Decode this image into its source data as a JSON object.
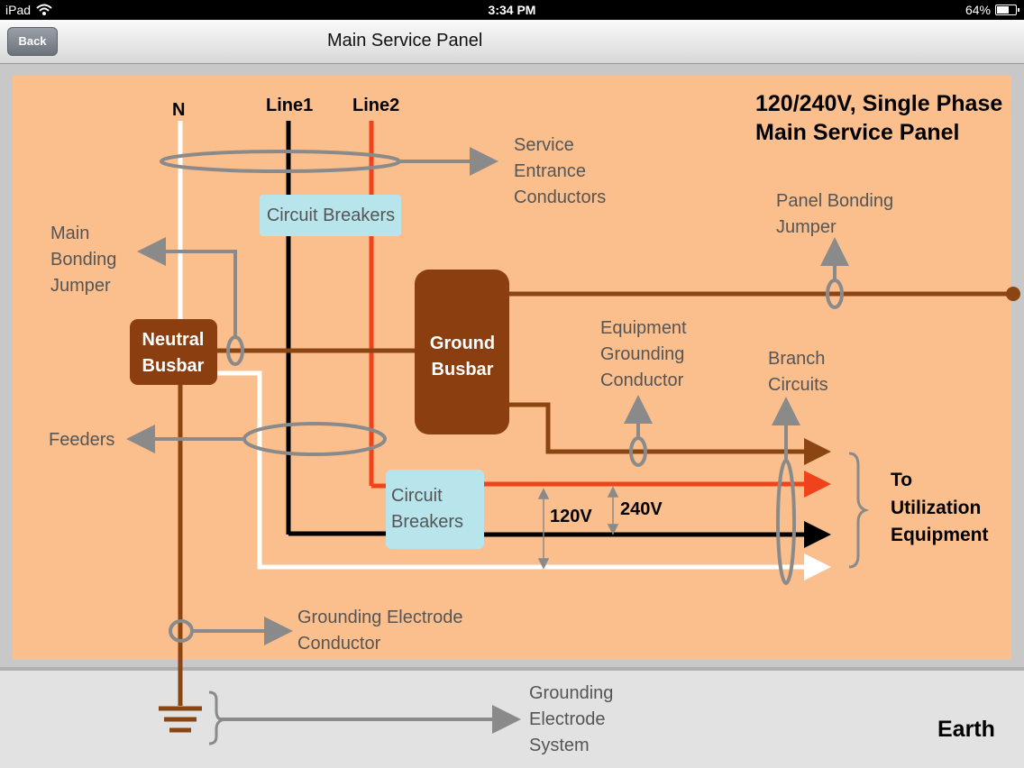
{
  "status_bar": {
    "device": "iPad",
    "time": "3:34 PM",
    "battery": "64%",
    "battery_level": 0.64
  },
  "nav": {
    "back_label": "Back",
    "title": "Main Service Panel"
  },
  "diagram": {
    "title_line1": "120/240V, Single Phase",
    "title_line2": "Main Service Panel",
    "label_n": "N",
    "label_line1": "Line1",
    "label_line2": "Line2",
    "service_entrance": [
      "Service",
      "Entrance",
      "Conductors"
    ],
    "circuit_breakers_top": "Circuit Breakers",
    "panel_bonding": [
      "Panel Bonding",
      "Jumper"
    ],
    "main_bonding": [
      "Main",
      "Bonding",
      "Jumper"
    ],
    "neutral_busbar": [
      "Neutral",
      "Busbar"
    ],
    "ground_busbar": [
      "Ground",
      "Busbar"
    ],
    "equipment_grounding": [
      "Equipment",
      "Grounding",
      "Conductor"
    ],
    "branch_circuits": [
      "Branch",
      "Circuits"
    ],
    "feeders": "Feeders",
    "circuit_breakers_bottom": [
      "Circuit",
      "Breakers"
    ],
    "v120": "120V",
    "v240": "240V",
    "to_utilization": [
      "To",
      "Utilization",
      "Equipment"
    ],
    "grounding_electrode_conductor": [
      "Grounding Electrode",
      "Conductor"
    ],
    "grounding_electrode_system": [
      "Grounding",
      "Electrode",
      "System"
    ],
    "earth": "Earth"
  }
}
